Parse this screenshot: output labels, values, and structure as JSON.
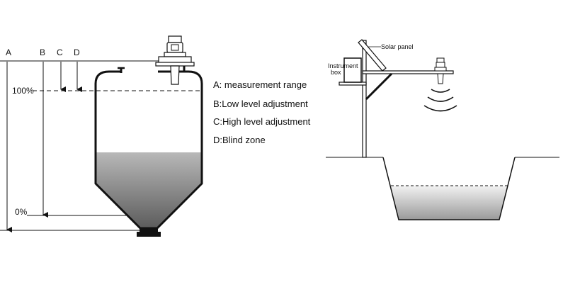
{
  "dimensions": {
    "a": "A",
    "b": "B",
    "c": "C",
    "d": "D"
  },
  "levels": {
    "full": "100%",
    "empty": "0%"
  },
  "legend": [
    {
      "text": "A: measurement range"
    },
    {
      "text": "B:Low level adjustment"
    },
    {
      "text": "C:High level adjustment"
    },
    {
      "text": "D:Blind zone"
    }
  ],
  "outdoor": {
    "solar_panel": "Solar panel",
    "instrument_box_line1": "Instrument",
    "instrument_box_line2": "box"
  },
  "colors": {
    "line": "#111111",
    "liquid_top": "#b5b5b5",
    "liquid_bottom": "#5e5e5e"
  }
}
